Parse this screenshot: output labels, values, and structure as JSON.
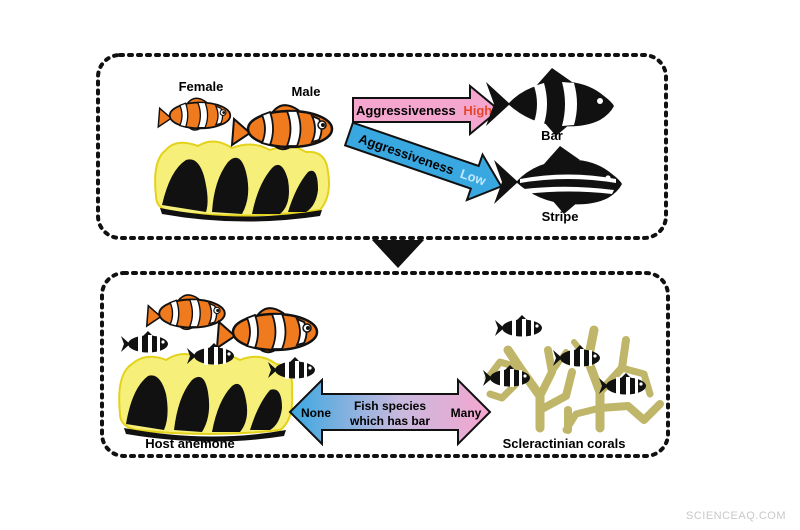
{
  "top_panel": {
    "female_label": "Female",
    "male_label": "Male",
    "arrow_high": {
      "word": "Aggressiveness",
      "level": "High",
      "fill": "#f4a6cf",
      "level_color": "#e8462a"
    },
    "arrow_low": {
      "word": "Aggressiveness",
      "level": "Low",
      "fill": "#3aa8e0",
      "level_color": "#bfe8ff"
    },
    "bar_fish_label": "Bar",
    "stripe_fish_label": "Stripe"
  },
  "bottom_panel": {
    "anemone_label": "Host anemone",
    "corals_label": "Scleractinian corals",
    "double_arrow": {
      "left": "None",
      "center_line1": "Fish species",
      "center_line2": "which has bar",
      "right": "Many"
    }
  },
  "colors": {
    "clownfish_orange": "#f07a1e",
    "anemone_yellow": "#f6f07a",
    "coral_olive": "#bfb669",
    "pink": "#f4a6cf",
    "blue": "#3aa8e0"
  },
  "watermark": "SCIENCEAQ.COM"
}
